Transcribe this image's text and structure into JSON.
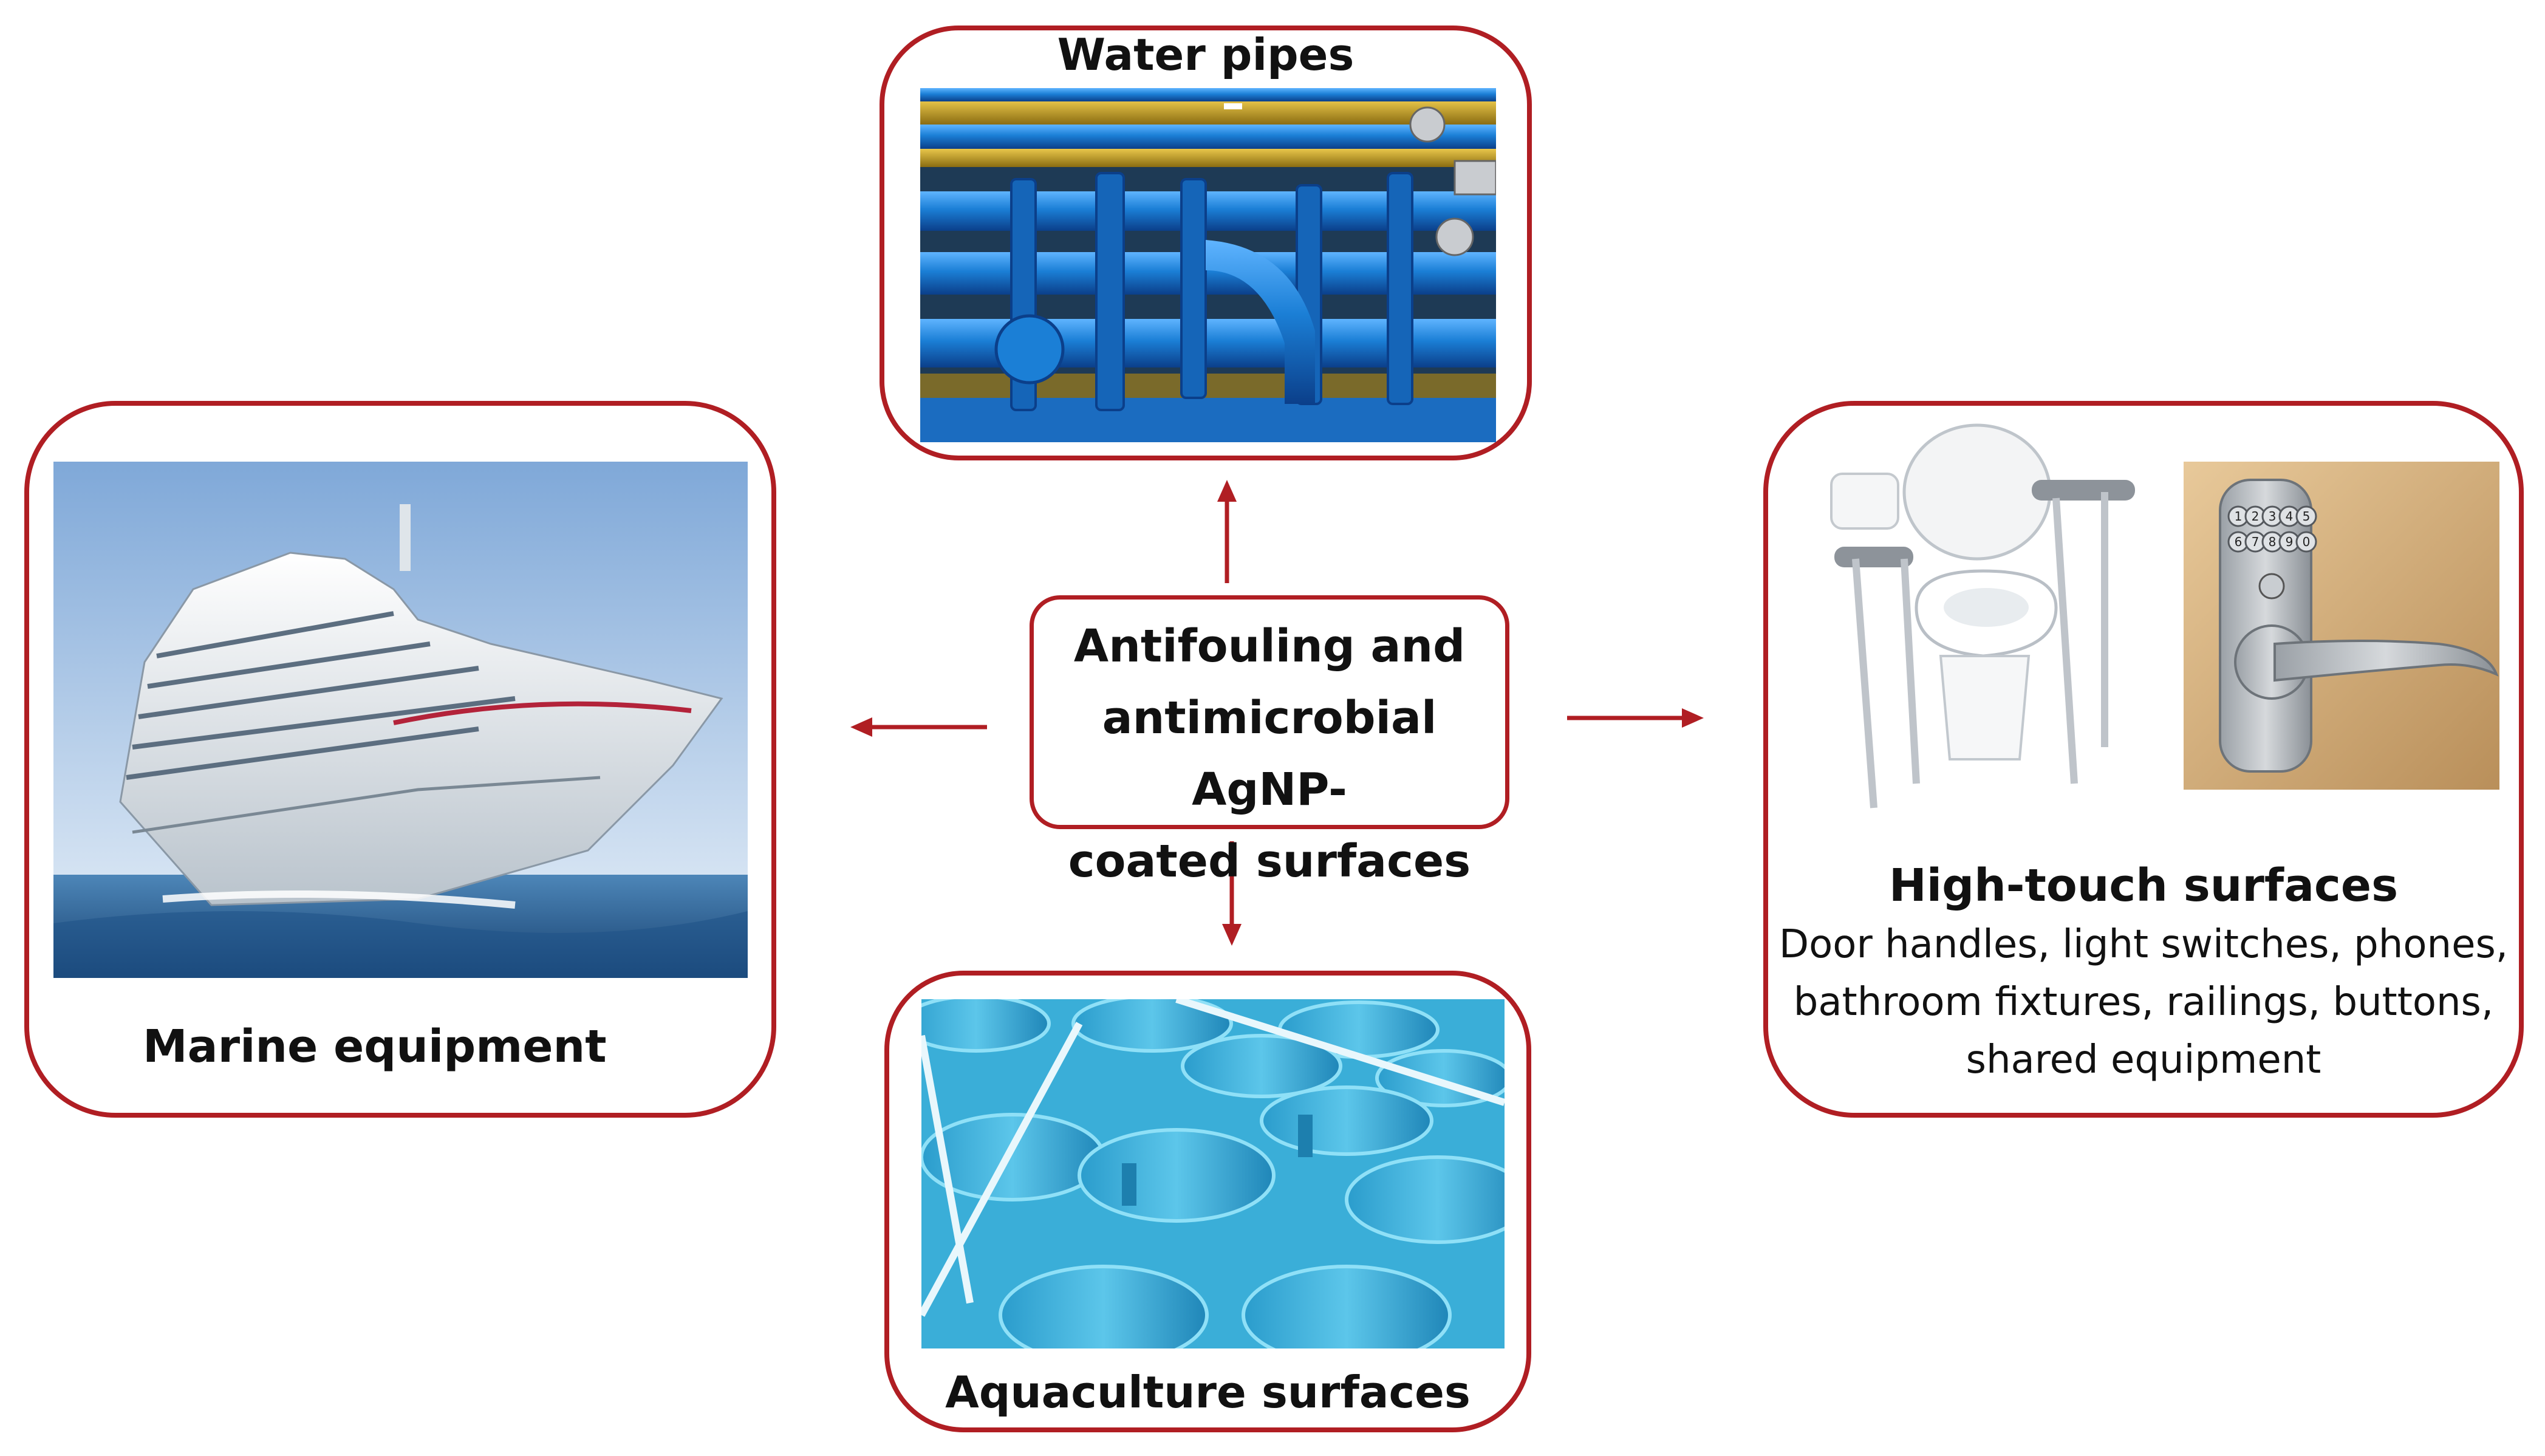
{
  "center": {
    "lines": [
      "Antifouling and",
      "antimicrobial AgNP-",
      "coated surfaces"
    ]
  },
  "water_pipes": {
    "label": "Water pipes",
    "image_icon": "blue-industrial-pipes-photo"
  },
  "marine": {
    "label": "Marine equipment",
    "image_icon": "cruise-ship-photo"
  },
  "high_touch": {
    "label": "High-touch surfaces",
    "description_lines": [
      "Door handles, light switches, phones,",
      "bathroom fixtures, railings, buttons,",
      "shared equipment"
    ],
    "image_icons": [
      "toilet-with-safety-rails-photo",
      "keypad-door-lock-photo"
    ],
    "keypad_digits": [
      "1",
      "2",
      "3",
      "4",
      "5",
      "6",
      "7",
      "8",
      "9",
      "0"
    ]
  },
  "aquaculture": {
    "label": "Aquaculture surfaces",
    "image_icon": "blue-fish-tanks-photo"
  },
  "colors": {
    "border": "#b01e23",
    "arrow": "#b01e23",
    "pipe_blue": "#1b7fd6",
    "tank_blue": "#39b0d9"
  }
}
